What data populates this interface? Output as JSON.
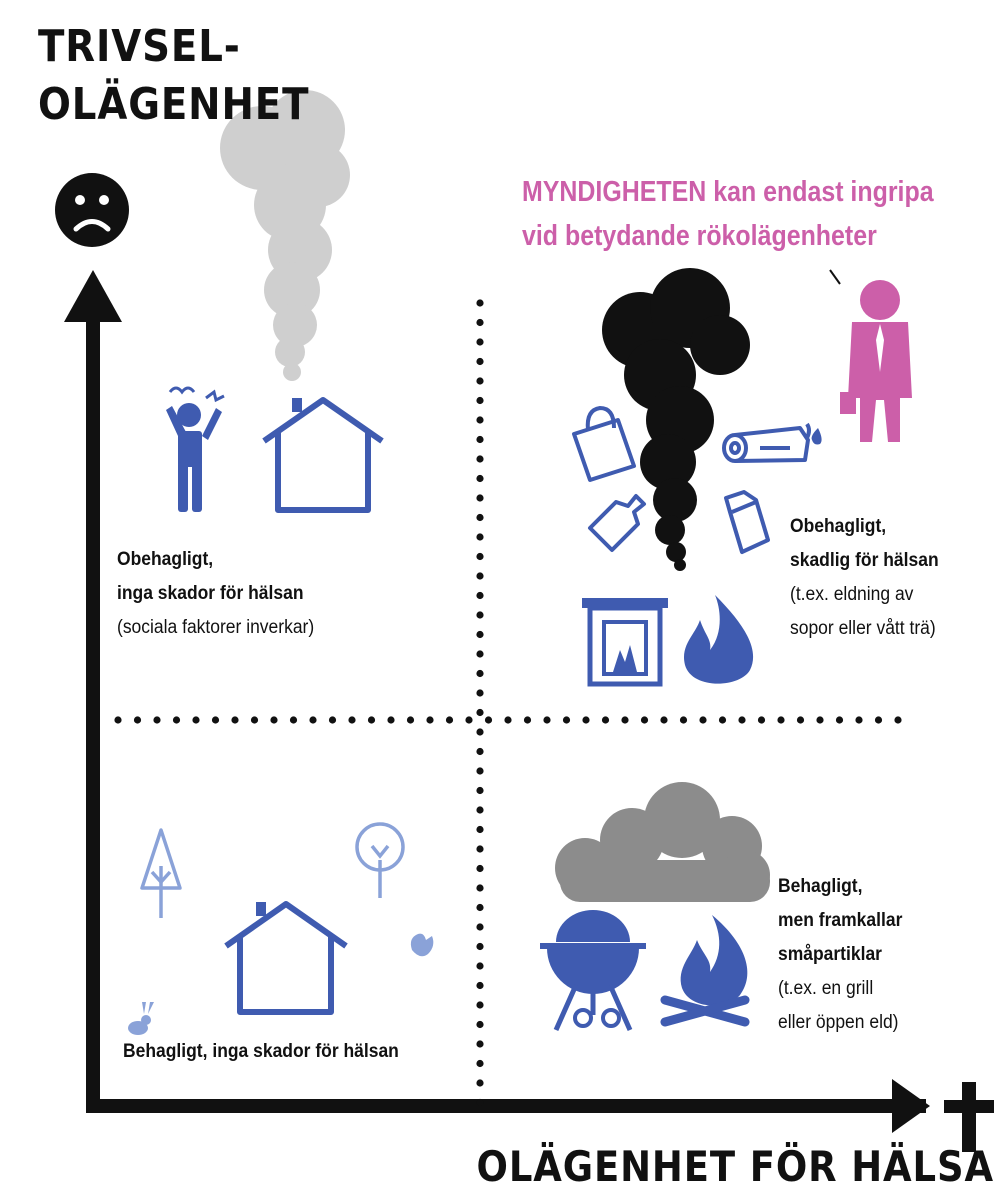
{
  "y_axis": {
    "title_line1": "TRIVSEL-",
    "title_line2": "OLÄGENHET"
  },
  "x_axis": {
    "title": "OLÄGENHET FÖR HÄLSA"
  },
  "callout": {
    "line1": "MYNDIGHETEN kan endast ingripa",
    "line2": "vid betydande rökolägenheter"
  },
  "quadrants": {
    "top_left": {
      "line1": "Obehagligt,",
      "line2": "inga skador för hälsan",
      "line3": "(sociala faktorer inverkar)"
    },
    "top_right": {
      "line1": "Obehagligt,",
      "line2": "skadlig för hälsan",
      "line3": "(t.ex. eldning av",
      "line4": "sopor eller vått trä)"
    },
    "bottom_left": {
      "line1": "Behagligt, inga skador för hälsan"
    },
    "bottom_right": {
      "line1": "Behagligt,",
      "line2": "men framkallar",
      "line3": "småpartiklar",
      "line4": "(t.ex. en grill",
      "line5": "eller öppen eld)"
    }
  },
  "colors": {
    "icon_blue": "#3f5bb0",
    "light_blue": "#8aa2d8",
    "magenta": "#cc5fa9",
    "light_smoke": "#cfcfcf",
    "grey_smoke": "#8c8c8c",
    "black": "#111111"
  },
  "icons": [
    "sad-face-icon",
    "cross-icon",
    "angry-person-icon",
    "house-icon",
    "light-smoke-icon",
    "black-smoke-icon",
    "official-person-icon",
    "bag-icon",
    "bottle-icon",
    "log-icon",
    "carton-icon",
    "fireplace-icon",
    "flame-icon",
    "tree-icon",
    "squirrel-icon",
    "rabbit-icon",
    "grey-cloud-icon",
    "grill-icon",
    "campfire-icon"
  ]
}
